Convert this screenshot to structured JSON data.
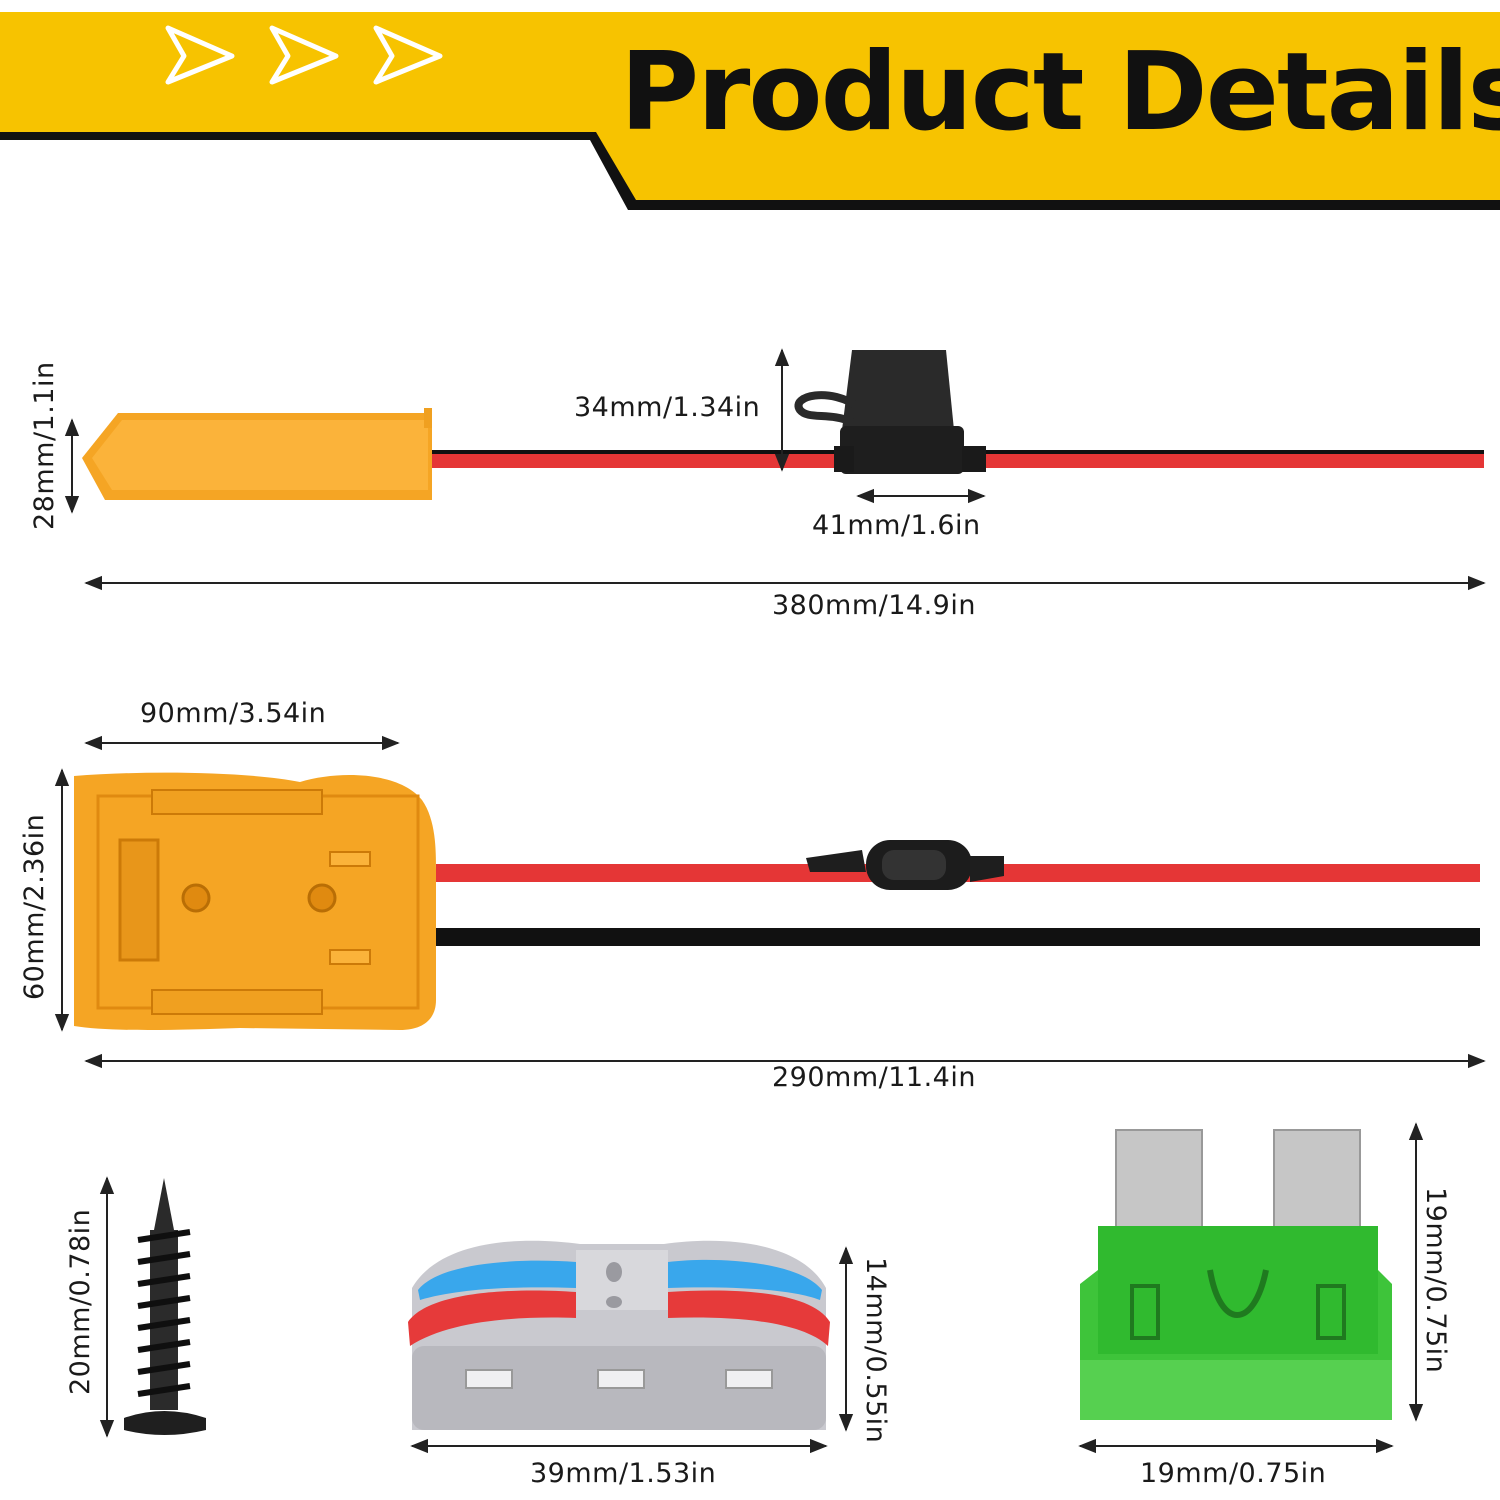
{
  "banner": {
    "title": "Product Details",
    "accent_color": "#f7c300"
  },
  "adapter_side": {
    "height_label": "28mm/1.1in",
    "fuse_height_label": "34mm/1.34in",
    "fuse_width_label": "41mm/1.6in",
    "total_length_label": "380mm/14.9in"
  },
  "adapter_top": {
    "width_label": "90mm/3.54in",
    "height_label": "60mm/2.36in",
    "total_length_label": "290mm/11.4in"
  },
  "screw": {
    "length_label": "20mm/0.78in"
  },
  "wire_connector": {
    "height_label": "14mm/0.55in",
    "width_label": "39mm/1.53in"
  },
  "blade_fuse": {
    "height_label": "19mm/0.75in",
    "width_label": "19mm/0.75in"
  }
}
